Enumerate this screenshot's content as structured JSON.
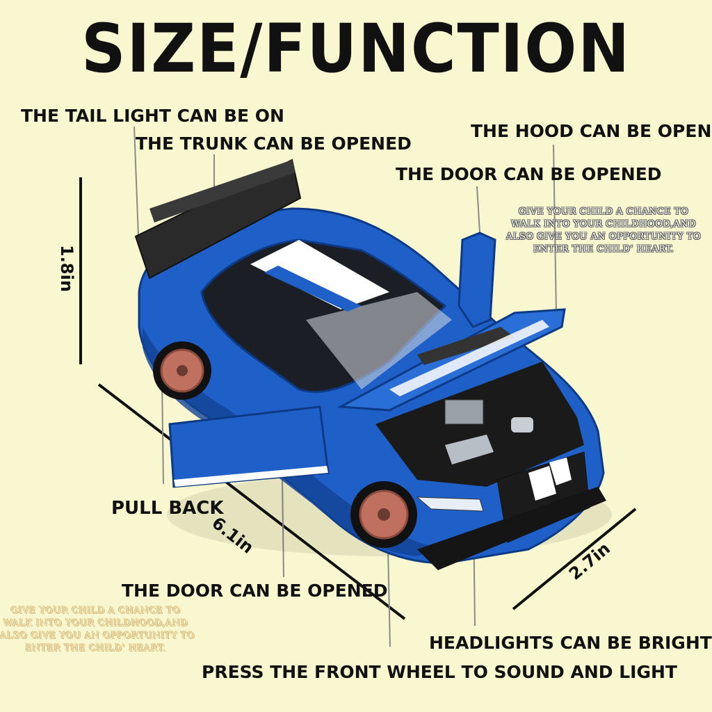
{
  "title": "SIZE/FUNCTION",
  "labels": {
    "tail_light": "THE TAIL LIGHT CAN BE ON",
    "trunk": "THE TRUNK CAN BE OPENED",
    "hood": "THE HOOD CAN BE OPEND",
    "door_top": "THE DOOR CAN BE OPENED",
    "pull_back": "PULL BACK",
    "door_bottom": "THE DOOR CAN BE OPENED",
    "headlights": "HEADLIGHTS CAN BE BRIGHT",
    "front_wheel": "PRESS THE FRONT WHEEL TO SOUND AND LIGHT"
  },
  "dimensions": {
    "height": "1.8in",
    "length": "6.1in",
    "width": "2.7in"
  },
  "slogan": {
    "line1": "GIVE YOUR CHILD A CHANCE TO",
    "line2": "WALK INTO YOUR CHILDHOOD,AND",
    "line3": "ALSO GIVE YOU AN OPPORTUNITY TO",
    "line4": "ENTER THE CHILD’ HEART."
  },
  "colors": {
    "background": "#f8f7cf",
    "car_body": "#1f5fc8",
    "stripe": "#ffffff",
    "wheel": "#c0705e"
  }
}
